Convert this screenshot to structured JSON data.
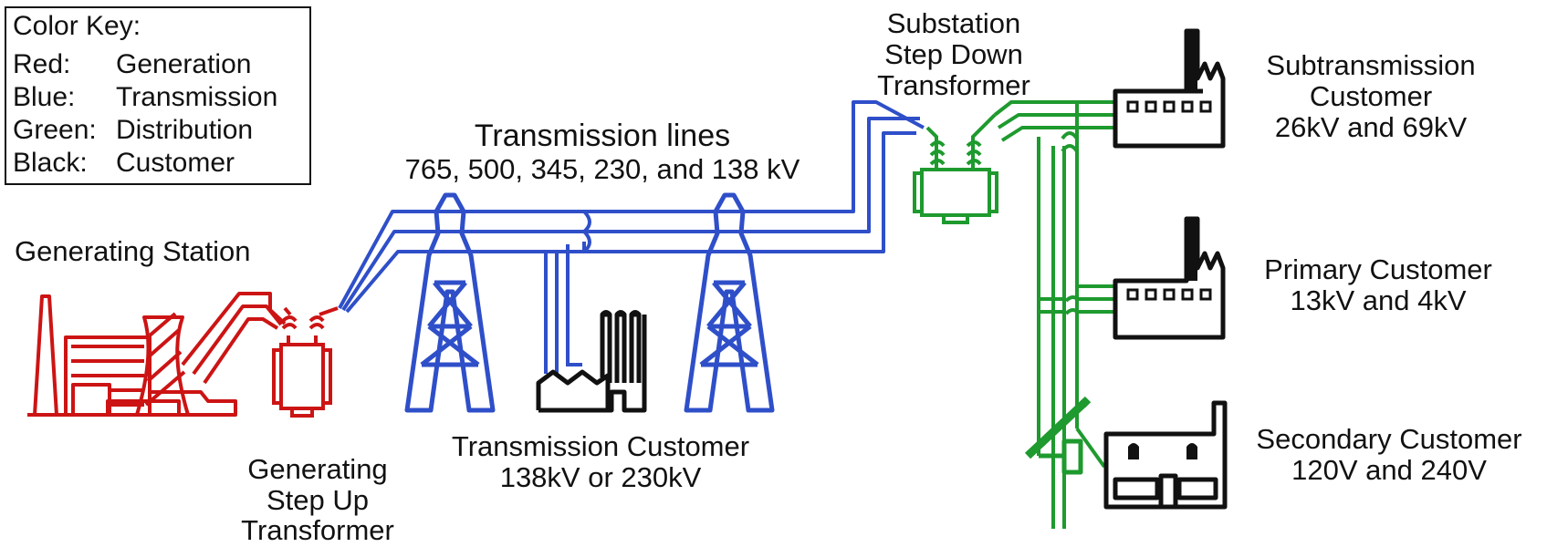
{
  "color_key": {
    "title": "Color Key:",
    "rows": [
      {
        "label": "Red:",
        "value": "Generation",
        "color": "#cc1414"
      },
      {
        "label": "Blue:",
        "value": "Transmission",
        "color": "#2f4fc9"
      },
      {
        "label": "Green:",
        "value": "Distribution",
        "color": "#1e9a2e"
      },
      {
        "label": "Black:",
        "value": "Customer",
        "color": "#111111"
      }
    ]
  },
  "labels": {
    "generating_station": "Generating Station",
    "step_up_1": "Generating",
    "step_up_2": "Step Up",
    "step_up_3": "Transformer",
    "transmission_lines": "Transmission lines",
    "transmission_voltages": "765, 500, 345, 230, and 138 kV",
    "transmission_customer_1": "Transmission Customer",
    "transmission_customer_2": "138kV or 230kV",
    "substation_1": "Substation",
    "substation_2": "Step Down",
    "substation_3": "Transformer",
    "subtransmission_1": "Subtransmission",
    "subtransmission_2": "Customer",
    "subtransmission_3": "26kV and 69kV",
    "primary_1": "Primary Customer",
    "primary_2": "13kV and 4kV",
    "secondary_1": "Secondary Customer",
    "secondary_2": "120V and 240V"
  },
  "colors": {
    "generation": "#cc1414",
    "transmission": "#2f4fc9",
    "distribution": "#1e9a2e",
    "customer": "#111111"
  },
  "icons": [
    "power-plant-icon",
    "transformer-icon",
    "transmission-tower-icon",
    "factory-icon",
    "house-icon",
    "utility-pole-icon"
  ]
}
